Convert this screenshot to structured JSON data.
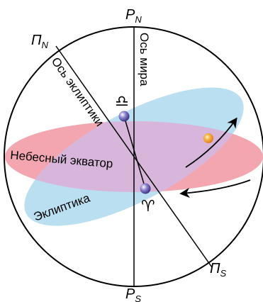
{
  "labels": {
    "celestial_north_pole": {
      "main": "P",
      "sub": "N"
    },
    "celestial_south_pole": {
      "main": "P",
      "sub": "S"
    },
    "ecliptic_north_pole": {
      "main": "П",
      "sub": "N"
    },
    "ecliptic_south_pole": {
      "main": "П",
      "sub": "S"
    },
    "world_axis": "Ось мира",
    "ecliptic_axis": "Ось эклиптики",
    "celestial_equator": "Небесный экватор",
    "ecliptic": "Эклиптика",
    "autumn_equinox_symbol": "♎",
    "vernal_equinox_symbol": "♈"
  },
  "colors": {
    "equator_plane": "#f4a6b0",
    "ecliptic_plane": "#b9dff1",
    "overlap": "#d8b6dc",
    "outline": "#000000",
    "equinox_point": "#6b5fb0",
    "sun": "#f2a32e"
  },
  "icons": {
    "equinox_points": "sphere-dot-icon",
    "sun": "sun-icon",
    "motion_arrows": "curved-arrow-icon"
  }
}
